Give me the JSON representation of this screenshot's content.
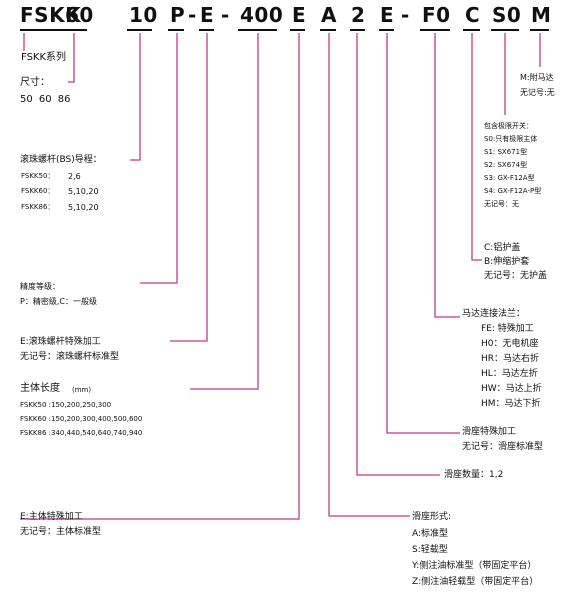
{
  "code": {
    "seg1": "FSKK",
    "seg2": "60",
    "seg3": "10",
    "seg4": "P",
    "dash1": "-",
    "seg5": "E",
    "dash2": "-",
    "seg6": "400",
    "seg7": "E",
    "seg8": "A",
    "seg9": "2",
    "seg10": "E",
    "dash3": "-",
    "seg11": "F0",
    "seg12": "C",
    "seg13": "S0",
    "seg14": "M"
  },
  "series": {
    "label": "FSKK系列"
  },
  "size": {
    "label": "尺寸：",
    "values": "50  60  86"
  },
  "lead": {
    "label": "滚珠螺杆(BS)导程：",
    "rows": [
      {
        "model": "FSKK50：",
        "values": "2,6"
      },
      {
        "model": "FSKK60：",
        "values": "5,10,20"
      },
      {
        "model": "FSKK86：",
        "values": "5,10,20"
      }
    ]
  },
  "precision": {
    "label": "精度等级：",
    "detail": "P：精密级,C：一般级"
  },
  "screw_special": {
    "label": "E:滚珠螺杆特殊加工",
    "default": "无记号：滚珠螺杆标准型"
  },
  "length": {
    "label": "主体长度",
    "unit": "(mm)",
    "rows": [
      "FSKK50 :150,200,250,300",
      "FSKK60 :150,200,300,400,500,600",
      "FSKK86 :340,440,540,640,740,940"
    ]
  },
  "body_special": {
    "label": "E:主体特殊加工",
    "default": "无记号：主体标准型"
  },
  "slide_type": {
    "label": "滑座形式:",
    "options": [
      "A:标准型",
      "S:轻载型",
      "Y:侧注油标准型（带固定平台）",
      "Z:侧注油轻载型（带固定平台）"
    ]
  },
  "slide_count": {
    "label": "滑座数量：1,2"
  },
  "slide_special": {
    "label": "滑座特殊加工",
    "default": "无记号：滑座标准型"
  },
  "motor_flange": {
    "label": "马达连接法兰：",
    "options": [
      "FE:  特殊加工",
      "H0：无电机座",
      "HR：马达右折",
      "HL：马达左折",
      "HW：马达上折",
      "HM：马达下折"
    ]
  },
  "cover": {
    "options": [
      "C:铝护盖",
      "B:伸缩护套",
      "无记号：无护盖"
    ]
  },
  "limit_switch": {
    "label": "包含极限开关：",
    "options": [
      "S0:只有极限主体",
      "S1: SX671型",
      "S2: SX674型",
      "S3: GX-F12A型",
      "S4: GX-F12A-P型",
      "无记号：无"
    ]
  },
  "motor": {
    "options": [
      "M:附马达",
      "无记号:无"
    ]
  },
  "colors": {
    "line": "#c0388f",
    "text": "#111111"
  }
}
